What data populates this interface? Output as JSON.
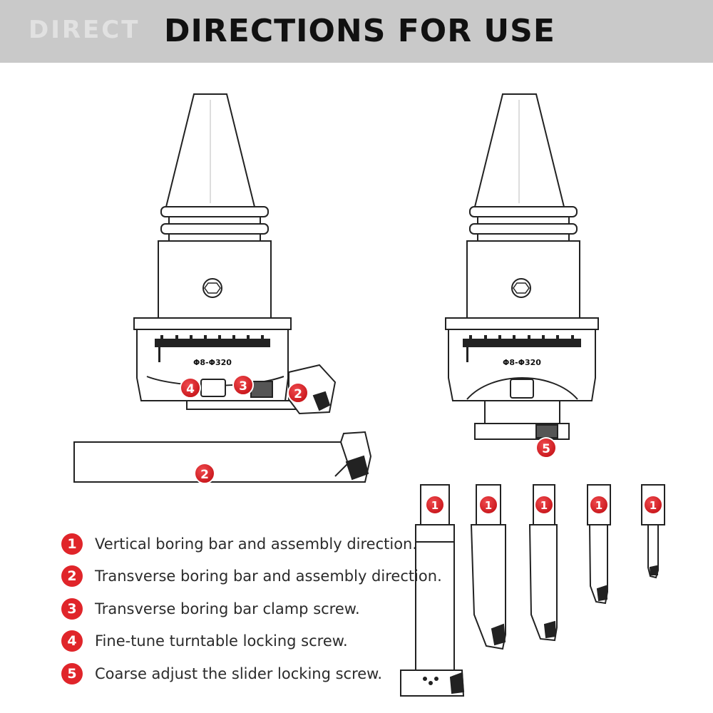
{
  "header": {
    "ghost_text": "DIRECT",
    "title": "DIRECTIONS FOR USE"
  },
  "tool": {
    "range_label": "Φ8-Φ320"
  },
  "callouts": {
    "left_head": [
      "4",
      "3",
      "2"
    ],
    "transverse_bar": "2",
    "right_head": "5",
    "vertical_bars": [
      "1",
      "1",
      "1",
      "1",
      "1"
    ]
  },
  "legend": [
    {
      "number": "1",
      "text": "Vertical boring bar and assembly direction."
    },
    {
      "number": "2",
      "text": "Transverse boring bar and assembly direction."
    },
    {
      "number": "3",
      "text": "Transverse boring bar clamp screw."
    },
    {
      "number": "4",
      "text": "Fine-tune turntable locking screw."
    },
    {
      "number": "5",
      "text": "Coarse adjust the slider locking screw."
    }
  ],
  "colors": {
    "header_bg": "#c9c9c9",
    "badge": "#e0252a",
    "line": "#222222"
  }
}
